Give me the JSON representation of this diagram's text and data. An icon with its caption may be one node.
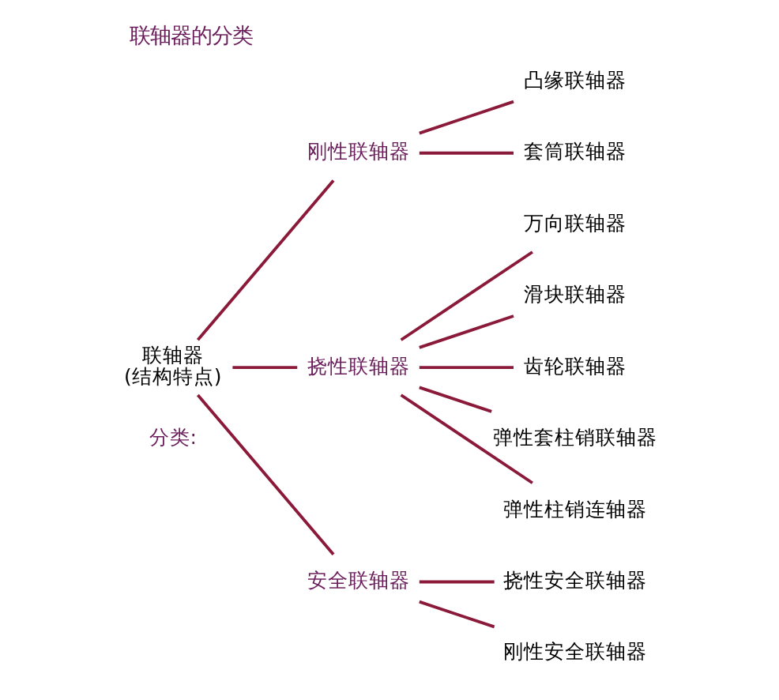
{
  "diagram": {
    "title": "联轴器的分类",
    "nodes": [
      {
        "text": [
          "联轴器",
          "(结构特点)"
        ]
      },
      {
        "text": [
          "刚性联轴器"
        ]
      },
      {
        "text": [
          "凸缘联轴器"
        ]
      },
      {
        "text": [
          "套筒联轴器"
        ]
      },
      {
        "text": [
          "挠性联轴器"
        ]
      },
      {
        "text": [
          "万向联轴器"
        ]
      },
      {
        "text": [
          "滑块联轴器"
        ]
      },
      {
        "text": [
          "齿轮联轴器"
        ]
      },
      {
        "text": [
          "弹性套柱销联轴器"
        ]
      },
      {
        "text": [
          "弹性柱销连轴器"
        ]
      },
      {
        "text": [
          "安全联轴器"
        ]
      },
      {
        "text": [
          "挠性安全联轴器"
        ]
      },
      {
        "text": [
          "刚性安全联轴器"
        ]
      }
    ],
    "edges": [
      {
        "from": 0,
        "to": 1,
        "arrow": "none"
      },
      {
        "from": 0,
        "to": 4,
        "arrow": "none"
      },
      {
        "from": 0,
        "to": 10,
        "arrow": "none"
      },
      {
        "from": 1,
        "to": 2,
        "arrow": "none"
      },
      {
        "from": 1,
        "to": 3,
        "arrow": "none"
      },
      {
        "from": 4,
        "to": 5,
        "arrow": "none"
      },
      {
        "from": 4,
        "to": 6,
        "arrow": "none"
      },
      {
        "from": 4,
        "to": 7,
        "arrow": "none"
      },
      {
        "from": 4,
        "to": 8,
        "arrow": "none"
      },
      {
        "from": 4,
        "to": 9,
        "arrow": "none"
      },
      {
        "from": 10,
        "to": 11,
        "arrow": "none"
      },
      {
        "from": 10,
        "to": 12,
        "arrow": "none"
      }
    ],
    "labels": [
      "分类:"
    ]
  }
}
